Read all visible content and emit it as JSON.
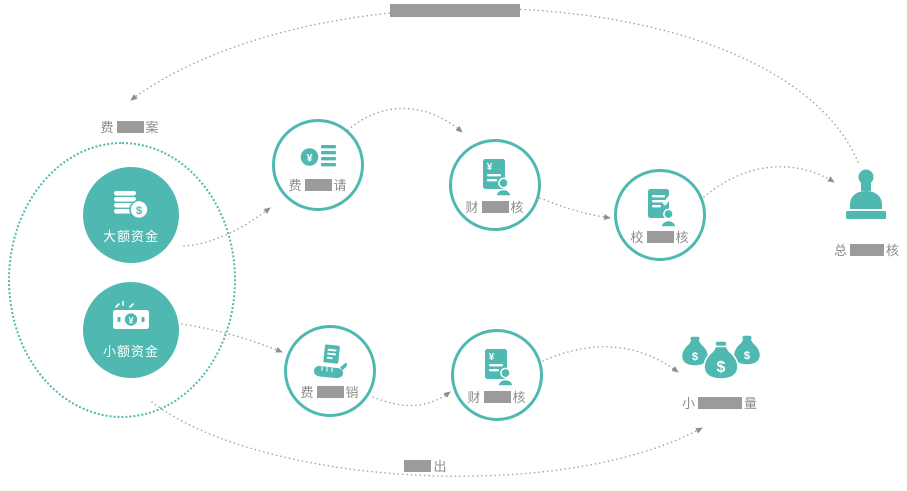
{
  "colors": {
    "teal": "#4FB8B0",
    "arrow_gray": "#9E9E9E",
    "redaction_gray": "#9B9B9B",
    "label_gray": "#8C8C8C"
  },
  "title_bar": {
    "redacted": true
  },
  "funds_group": {
    "label": {
      "prefix": "费",
      "suffix": "案"
    },
    "items": [
      {
        "label": "大额资金",
        "icon": "coins-dollar-icon"
      },
      {
        "label": "小额资金",
        "icon": "banknote-yuan-icon"
      }
    ]
  },
  "steps": {
    "expense_apply": {
      "prefix": "费",
      "suffix": "请",
      "icon": "yuan-ledger-icon"
    },
    "finance_review_top": {
      "prefix": "财",
      "suffix": "核",
      "icon": "invoice-person-icon"
    },
    "check_review": {
      "prefix": "校",
      "suffix": "核",
      "icon": "document-person-icon"
    },
    "reimburse": {
      "prefix": "费",
      "suffix": "销",
      "icon": "hand-receipt-icon"
    },
    "finance_review_bottom": {
      "prefix": "财",
      "suffix": "核",
      "icon": "invoice-person-icon"
    }
  },
  "manager_approval": {
    "prefix": "总",
    "suffix": "核",
    "icon": "stamp-icon"
  },
  "cash_output": {
    "prefix": "小",
    "suffix": "量",
    "icon": "money-bags-icon"
  },
  "payout_label": {
    "suffix": "出"
  }
}
